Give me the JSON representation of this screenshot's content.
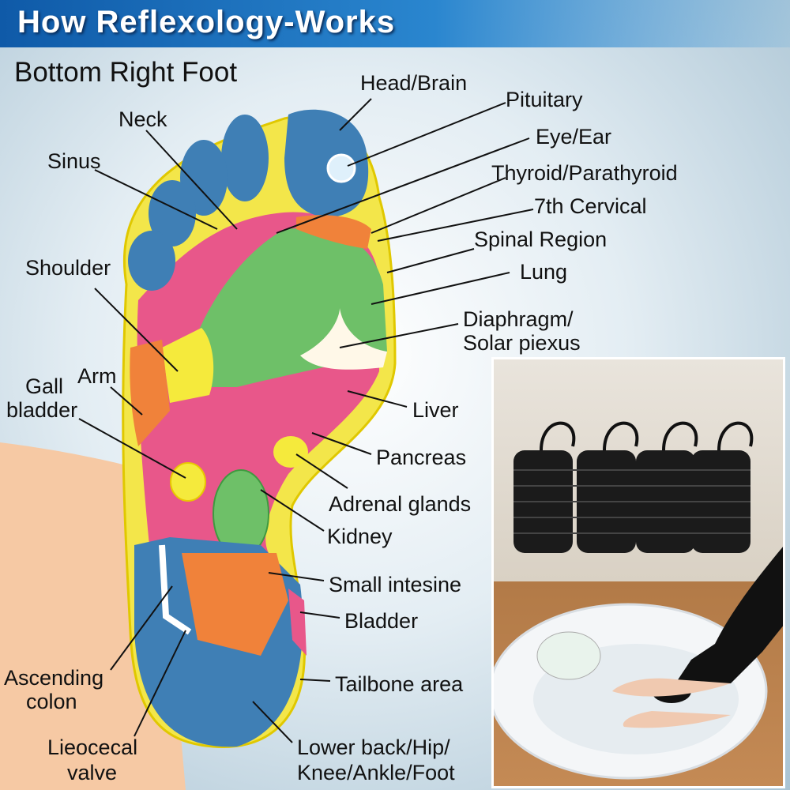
{
  "title": "How Reflexology-Works",
  "subtitle": "Bottom Right Foot",
  "labels": {
    "head_brain": "Head/Brain",
    "pituitary": "Pituitary",
    "eye_ear": "Eye/Ear",
    "thyroid": "Thyroid/Parathyroid",
    "cervical": "7th Cervical",
    "spinal": "Spinal Region",
    "lung": "Lung",
    "diaphragm1": "Diaphragm/",
    "diaphragm2": "Solar piexus",
    "neck": "Neck",
    "sinus": "Sinus",
    "shoulder": "Shoulder",
    "arm": "Arm",
    "gall1": "Gall",
    "gall2": "bladder",
    "liver": "Liver",
    "pancreas": "Pancreas",
    "adrenal": "Adrenal glands",
    "kidney": "Kidney",
    "small_intestine": "Small intesine",
    "bladder": "Bladder",
    "tailbone": "Tailbone area",
    "ascending1": "Ascending",
    "ascending2": "colon",
    "lieocecal1": "Lieocecal",
    "lieocecal2": "valve",
    "lower1": "Lower back/Hip/",
    "lower2": "Knee/Ankle/Foot"
  },
  "colors": {
    "blue": "#3f7fb5",
    "pink": "#e8578a",
    "green": "#6ec068",
    "yellow": "#f5ea3c",
    "orange": "#f0823a",
    "skin": "#f6c9a4"
  }
}
